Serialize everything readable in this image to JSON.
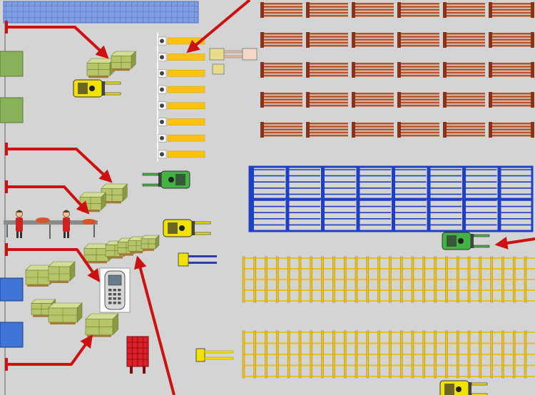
{
  "colors": {
    "background": "#d4d4d4",
    "arrow": "#cc1111",
    "steel_rack": "#b5542c",
    "pallet_rack_blue": "#1f3fc4",
    "floor_storage_yellow": "#e8c020",
    "loading_lane": "#ffc20e",
    "forklift_yellow": "#f2e200",
    "forklift_green": "#43b343",
    "cart_red": "#dd1f2a",
    "carton": "#b6c46a",
    "dock_green": "#88b25a",
    "dock_blue": "#3f75d6",
    "top_storage_blue": "#7f9ee0",
    "scanner": "#e6e6e6",
    "worker_shirt": "#cc2222",
    "table": "#8a8a8a"
  },
  "icons": [
    "forklift-icon",
    "reach-truck-icon",
    "pallet-jack-icon",
    "handheld-scanner-icon",
    "worker-icon",
    "carton-stack-icon",
    "hand-cart-icon",
    "callout-arrow-icon"
  ],
  "layout_counts": {
    "steel_rack_rows": 5,
    "steel_rack_bays_per_row": 6,
    "blue_rack_bays": 8,
    "yellow_floor_rows": 2,
    "loading_lanes": 8,
    "docks_green": 2,
    "docks_blue": 2,
    "workers": 2
  }
}
